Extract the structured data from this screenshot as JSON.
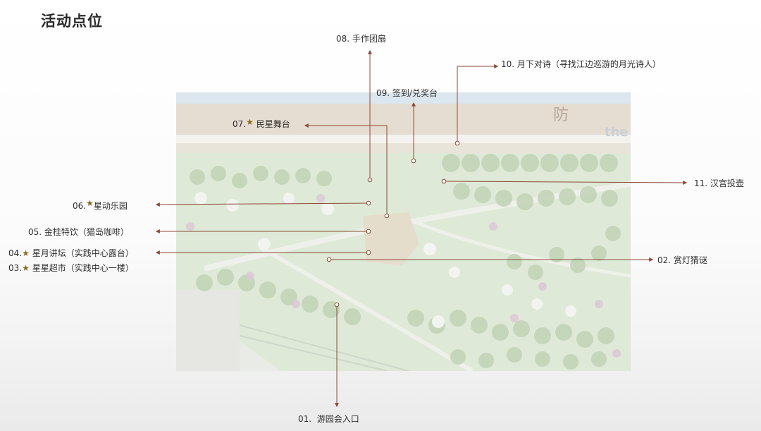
{
  "page": {
    "title": "活动点位"
  },
  "map": {
    "sign_text": "防",
    "sign_text_en": "the"
  },
  "colors": {
    "accent": "#8a4a36",
    "star": "#8b6a1c"
  },
  "points": [
    {
      "id": "p01",
      "num": "01.",
      "text": "游园会入口",
      "star": false
    },
    {
      "id": "p02",
      "num": "02.",
      "text": "赏灯猜谜",
      "star": false
    },
    {
      "id": "p03",
      "num": "03.",
      "text": "星星超市（实践中心一楼）",
      "star": true
    },
    {
      "id": "p04",
      "num": "04.",
      "text": "星月讲坛（实践中心露台）",
      "star": true
    },
    {
      "id": "p05",
      "num": "05.",
      "text": "金桂特饮（猫岛咖啡）",
      "star": false
    },
    {
      "id": "p06",
      "num": "06.",
      "text": "星动乐园",
      "star": true
    },
    {
      "id": "p07",
      "num": "07.",
      "text": "民星舞台",
      "star": true
    },
    {
      "id": "p08",
      "num": "08.",
      "text": "手作团扇",
      "star": false
    },
    {
      "id": "p09",
      "num": "09.",
      "text": "签到/兑奖台",
      "star": false
    },
    {
      "id": "p10",
      "num": "10.",
      "text": "月下对诗（寻找江边巡游的月光诗人）",
      "star": false
    },
    {
      "id": "p11",
      "num": "11.",
      "text": "汉宫投壶",
      "star": false
    }
  ]
}
